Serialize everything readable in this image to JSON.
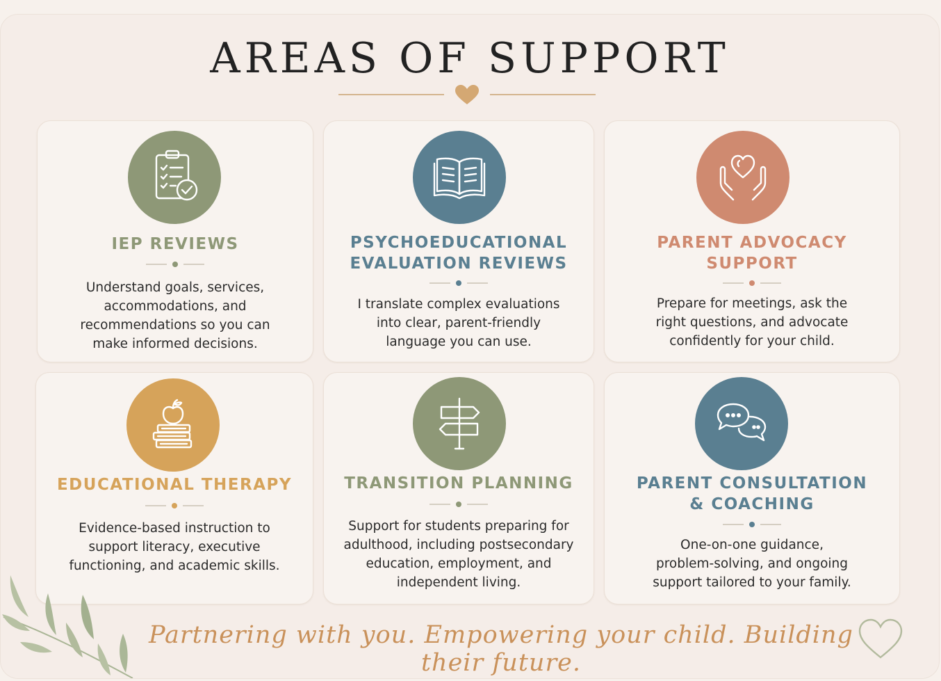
{
  "title": "AREAS OF SUPPORT",
  "colors": {
    "sage": "#8e9877",
    "blue": "#5a7f91",
    "terracotta": "#cf8a70",
    "mustard": "#d6a35a",
    "tagline": "#c9915a"
  },
  "cards": [
    {
      "title_lines": [
        "IEP REVIEWS"
      ],
      "text_lines": [
        "Understand goals, services,",
        "accommodations, and",
        "recommendations so you can",
        "make informed decisions."
      ],
      "icon": "clipboard-check-icon"
    },
    {
      "title_lines": [
        "PSYCHOEDUCATIONAL",
        "EVALUATION REVIEWS"
      ],
      "text_lines": [
        "I translate complex evaluations",
        "into clear, parent-friendly",
        "language you can use."
      ],
      "icon": "open-book-icon"
    },
    {
      "title_lines": [
        "PARENT ADVOCACY",
        "SUPPORT"
      ],
      "text_lines": [
        "Prepare for meetings, ask the",
        "right questions, and advocate",
        "confidently for your child."
      ],
      "icon": "hands-heart-icon"
    },
    {
      "title_lines": [
        "EDUCATIONAL THERAPY"
      ],
      "text_lines": [
        "Evidence-based instruction to",
        "support literacy, executive",
        "functioning, and academic skills."
      ],
      "icon": "books-apple-icon"
    },
    {
      "title_lines": [
        "TRANSITION PLANNING"
      ],
      "text_lines": [
        "Support for students preparing for",
        "adulthood, including postsecondary",
        "education, employment, and",
        "independent living."
      ],
      "icon": "signpost-icon"
    },
    {
      "title_lines": [
        "PARENT CONSULTATION",
        "& COACHING"
      ],
      "text_lines": [
        "One-on-one guidance,",
        "problem-solving, and ongoing",
        "support tailored to your family."
      ],
      "icon": "chat-bubbles-icon"
    }
  ],
  "tagline": "Partnering with you. Empowering your child. Building their future."
}
